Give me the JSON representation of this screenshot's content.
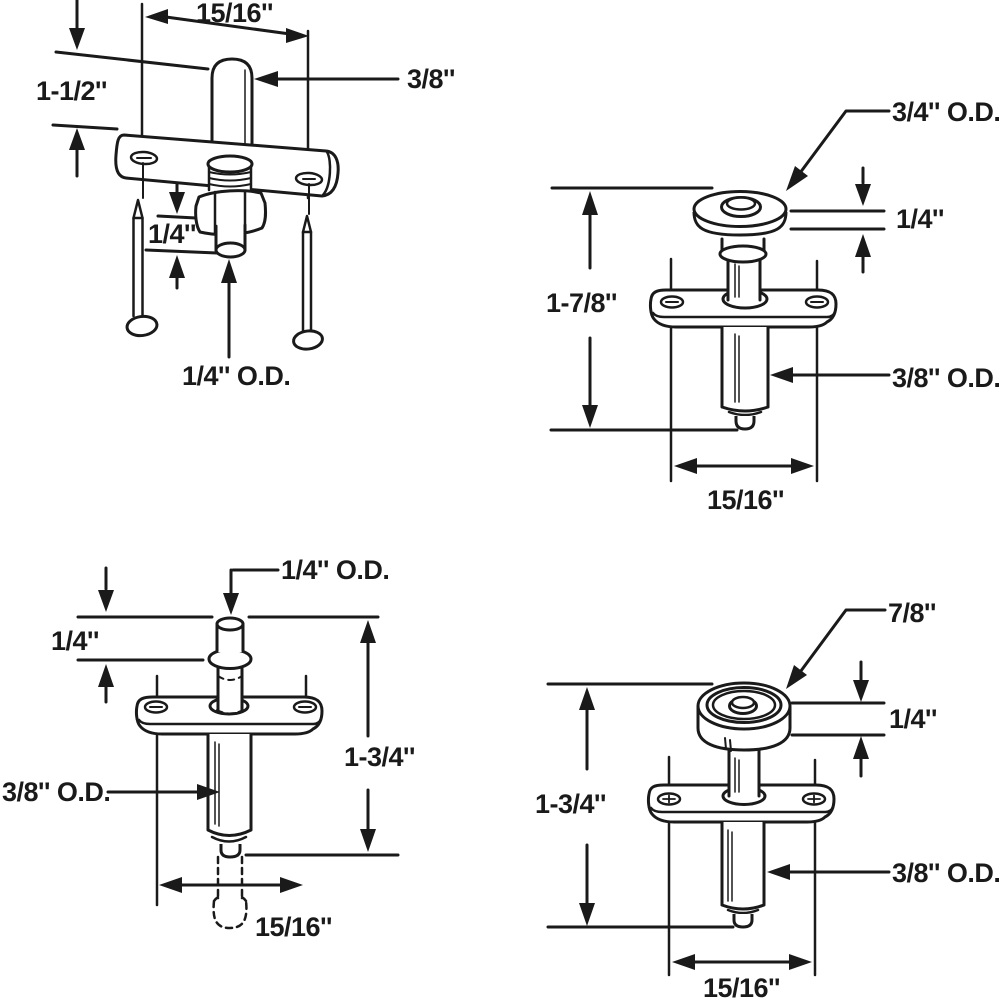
{
  "diagram": {
    "background": "#ffffff",
    "line_color": "#1a1a1a",
    "views": {
      "top_left": {
        "labels": {
          "plate_width": "15/16''",
          "overall_height": "1-1/2''",
          "top_pin_diameter": "3/8''",
          "stud_length": "1/4''",
          "pin_od": "1/4'' O.D."
        }
      },
      "top_right": {
        "labels": {
          "cap_od": "3/4'' O.D.",
          "cap_thickness": "1/4''",
          "overall_height": "1-7/8''",
          "shaft_od": "3/8'' O.D.",
          "plate_width": "15/16''"
        }
      },
      "bottom_left": {
        "labels": {
          "pin_od": "1/4'' O.D.",
          "pin_height": "1/4''",
          "overall_height": "1-3/4''",
          "shaft_od": "3/8'' O.D.",
          "plate_width": "15/16''"
        }
      },
      "bottom_right": {
        "labels": {
          "wheel_od": "7/8''",
          "wheel_thickness": "1/4''",
          "overall_height": "1-3/4''",
          "shaft_od": "3/8'' O.D.",
          "plate_width": "15/16''"
        }
      }
    }
  }
}
